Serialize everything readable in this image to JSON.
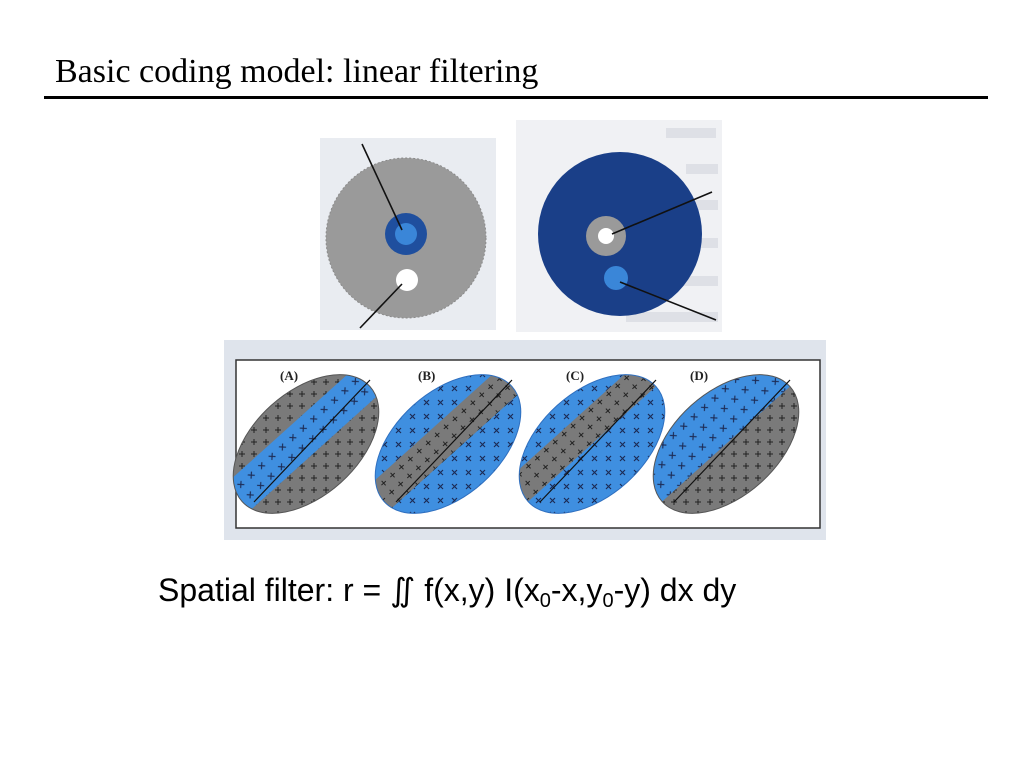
{
  "slide": {
    "title": "Basic coding model: linear filtering"
  },
  "figures": {
    "center_surround_left": {
      "icons": [
        "on-center-receptive-field-icon"
      ],
      "colors": {
        "surround": "#9a9a9a",
        "center": "#1f5fb5",
        "off_spot": "#ffffff"
      }
    },
    "center_surround_right": {
      "icons": [
        "off-center-receptive-field-icon"
      ],
      "colors": {
        "surround": "#1a3f88",
        "center": "#9a9a9a",
        "on_spot": "#3a86d8"
      }
    },
    "simple_cells": {
      "panel_labels": [
        "(A)",
        "(B)",
        "(C)",
        "(D)"
      ],
      "colors": {
        "excitatory": "#3f8fe0",
        "inhibitory": "#7a7a7a",
        "panel_border": "#333333"
      }
    }
  },
  "formula": {
    "lead": "Spatial filter:  r = ∬ f(x,y) I(x",
    "sub_1": "0",
    "middle": "-x,y",
    "sub_2": "0",
    "tail": "-y) dx dy"
  }
}
